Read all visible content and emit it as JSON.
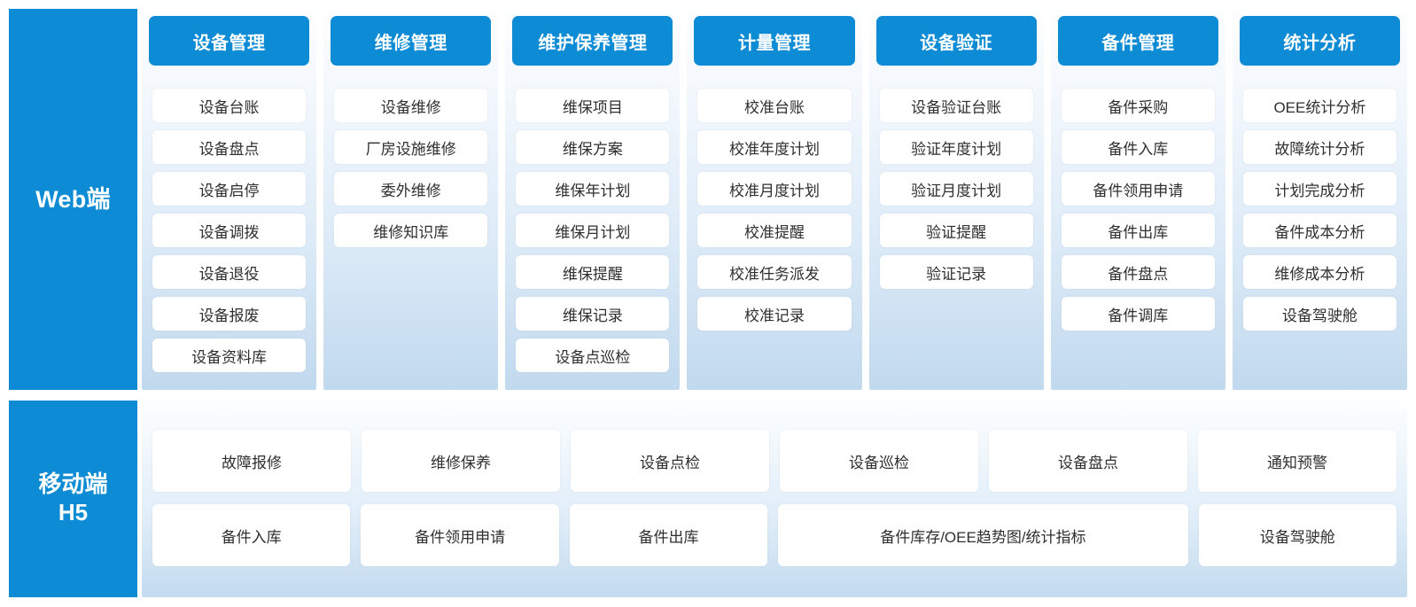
{
  "colors": {
    "brand_blue": "#0d8bd4",
    "panel_gradient_top": "#fdfeff",
    "panel_gradient_bottom": "#c1d9ee",
    "tile_background": "#ffffff",
    "tile_text": "#2f2f2f",
    "header_text": "#ffffff"
  },
  "web": {
    "label_line1": "Web端",
    "columns": [
      {
        "header": "设备管理",
        "items": [
          "设备台账",
          "设备盘点",
          "设备启停",
          "设备调拨",
          "设备退役",
          "设备报废",
          "设备资料库"
        ]
      },
      {
        "header": "维修管理",
        "items": [
          "设备维修",
          "厂房设施维修",
          "委外维修",
          "维修知识库"
        ]
      },
      {
        "header": "维护保养管理",
        "items": [
          "维保项目",
          "维保方案",
          "维保年计划",
          "维保月计划",
          "维保提醒",
          "维保记录",
          "设备点巡检"
        ]
      },
      {
        "header": "计量管理",
        "items": [
          "校准台账",
          "校准年度计划",
          "校准月度计划",
          "校准提醒",
          "校准任务派发",
          "校准记录"
        ]
      },
      {
        "header": "设备验证",
        "items": [
          "设备验证台账",
          "验证年度计划",
          "验证月度计划",
          "验证提醒",
          "验证记录"
        ]
      },
      {
        "header": "备件管理",
        "items": [
          "备件采购",
          "备件入库",
          "备件领用申请",
          "备件出库",
          "备件盘点",
          "备件调库"
        ]
      },
      {
        "header": "统计分析",
        "items": [
          "OEE统计分析",
          "故障统计分析",
          "计划完成分析",
          "备件成本分析",
          "维修成本分析",
          "设备驾驶舱"
        ]
      }
    ]
  },
  "mobile": {
    "label_line1": "移动端",
    "label_line2": "H5",
    "rows": [
      {
        "tiles": [
          {
            "label": "故障报修",
            "wide": false
          },
          {
            "label": "维修保养",
            "wide": false
          },
          {
            "label": "设备点检",
            "wide": false
          },
          {
            "label": "设备巡检",
            "wide": false
          },
          {
            "label": "设备盘点",
            "wide": false
          },
          {
            "label": "通知预警",
            "wide": false
          }
        ]
      },
      {
        "tiles": [
          {
            "label": "备件入库",
            "wide": false
          },
          {
            "label": "备件领用申请",
            "wide": false
          },
          {
            "label": "备件出库",
            "wide": false
          },
          {
            "label": "备件库存/OEE趋势图/统计指标",
            "wide": true
          },
          {
            "label": "设备驾驶舱",
            "wide": false
          }
        ]
      }
    ]
  }
}
